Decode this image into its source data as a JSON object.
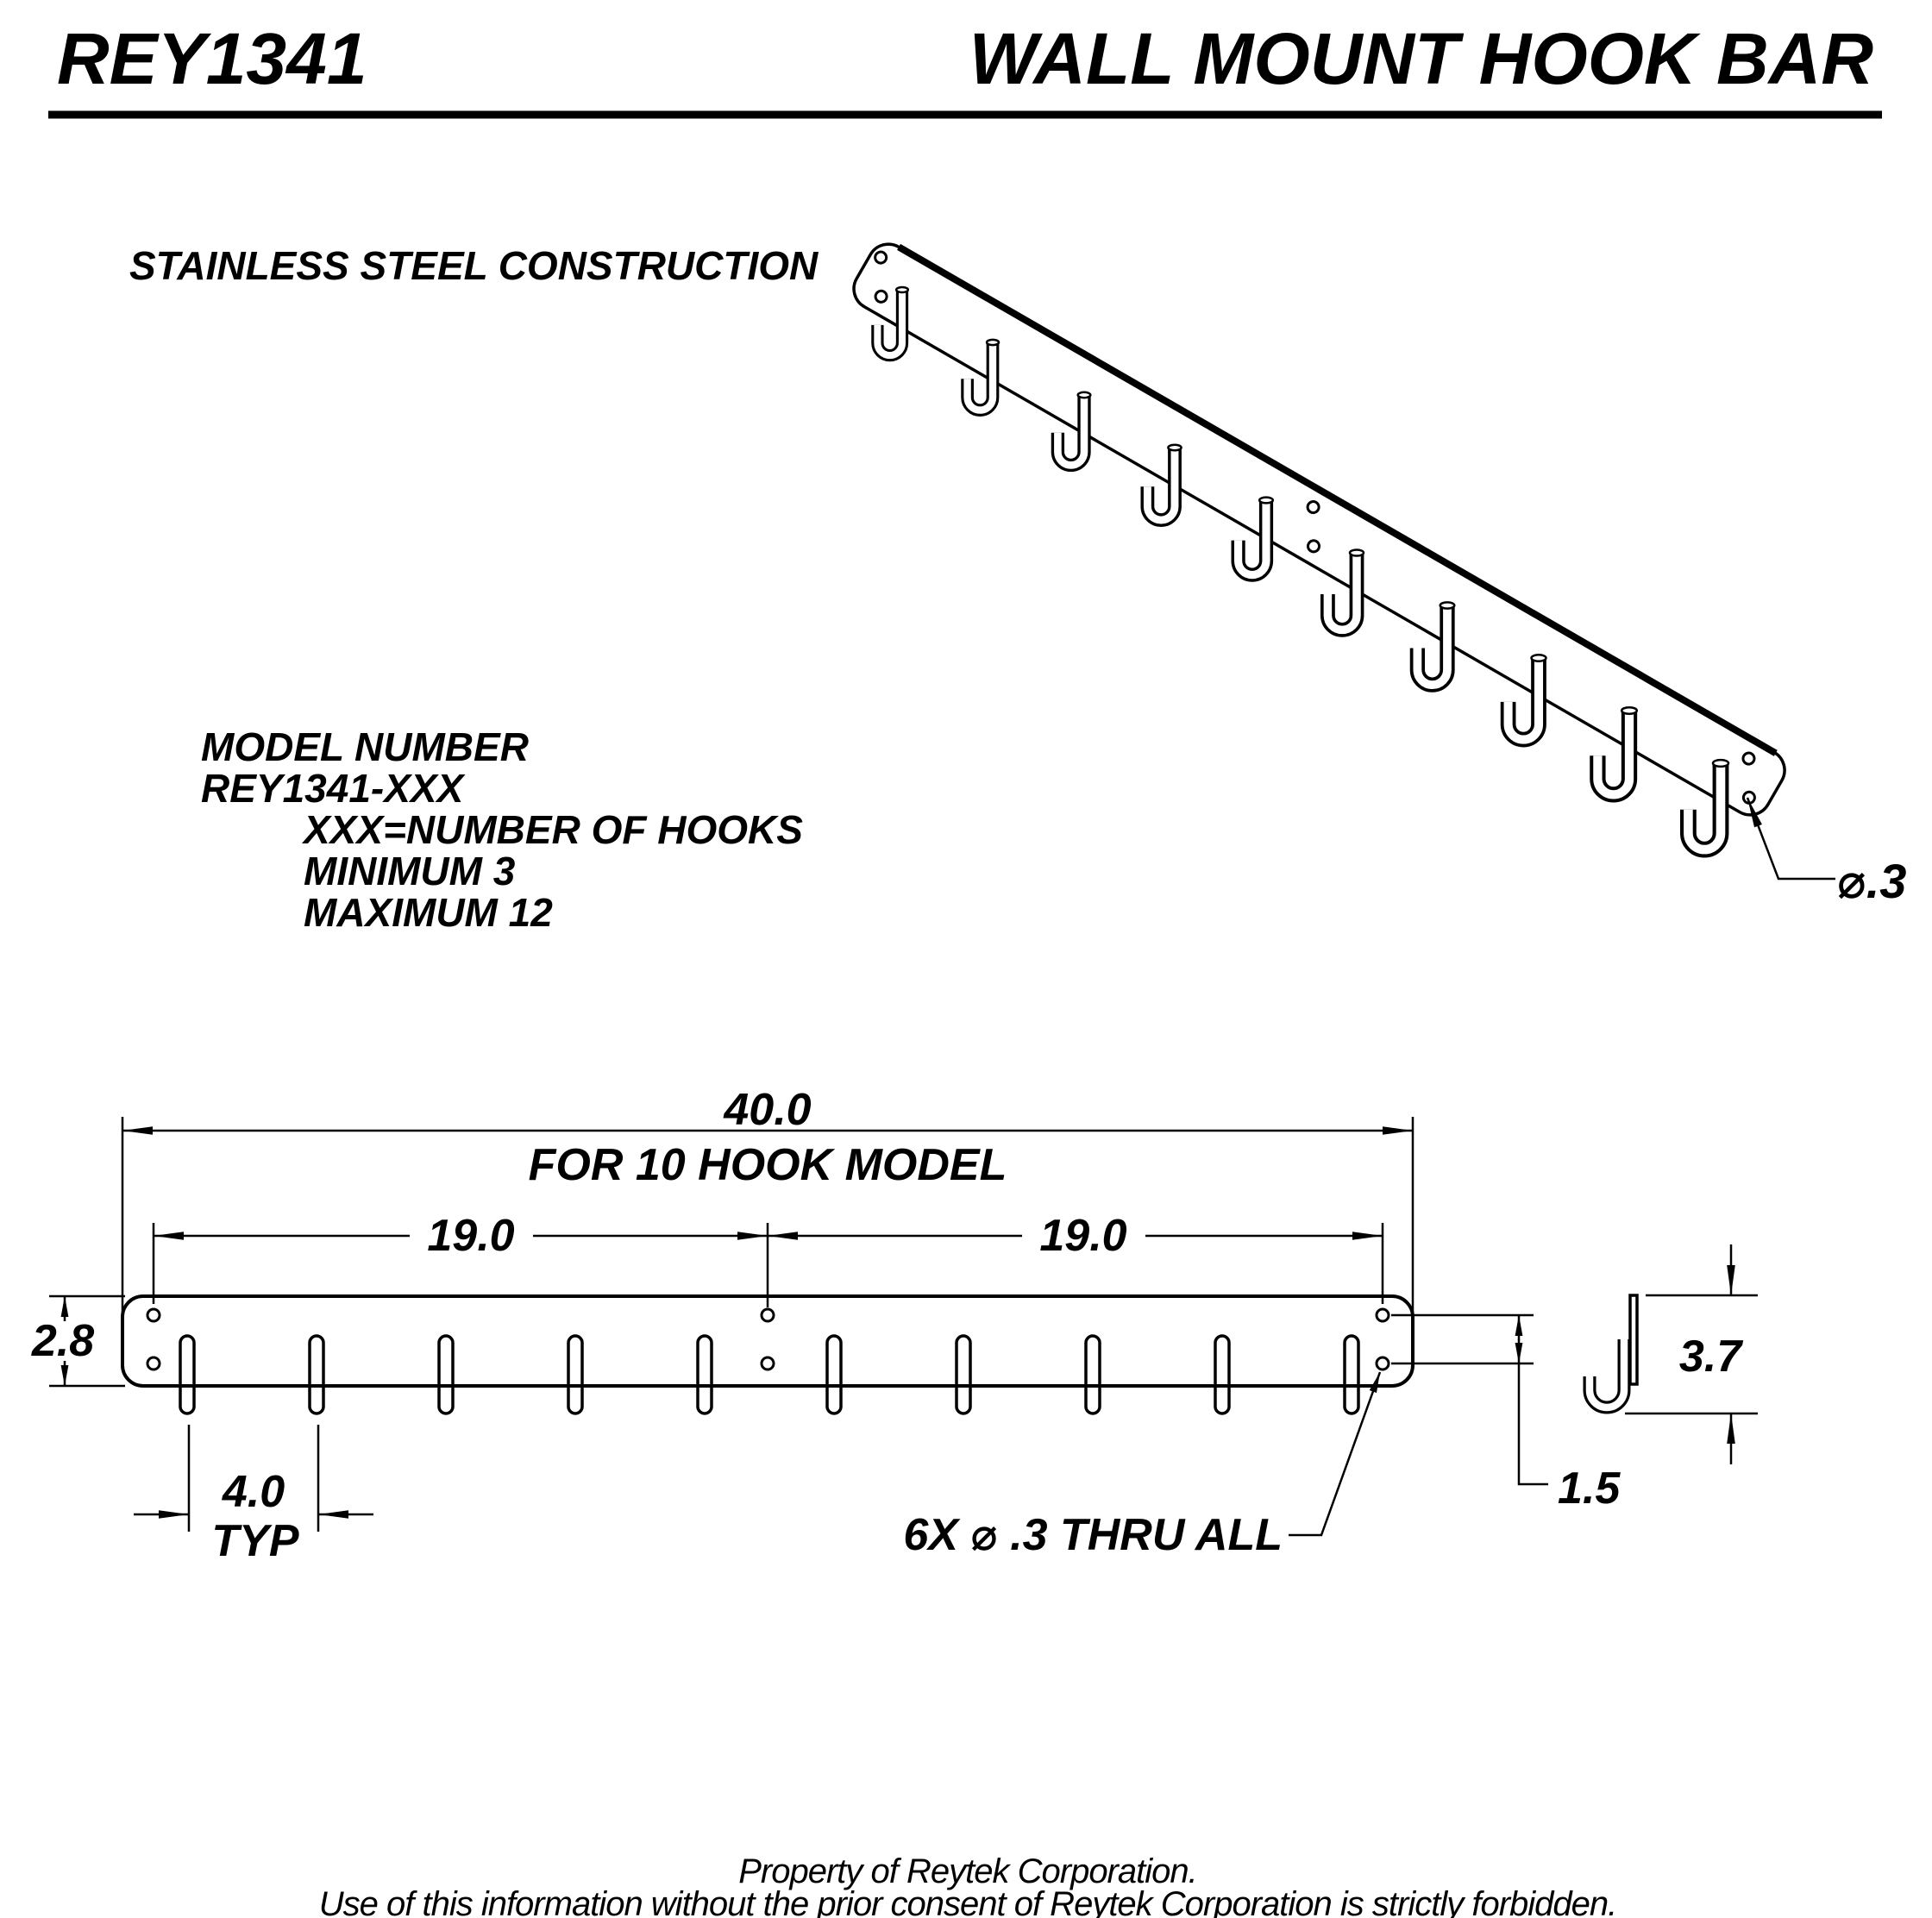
{
  "header": {
    "doc_number": "REY1341",
    "title": "WALL MOUNT HOOK BAR"
  },
  "notes": {
    "construction": "STAINLESS STEEL CONSTRUCTION"
  },
  "model_info": {
    "heading": "MODEL NUMBER",
    "model_code": "REY1341-XXX",
    "code_meaning": "XXX=NUMBER OF HOOKS",
    "minimum": "MINIMUM 3",
    "maximum": "MAXIMUM 12"
  },
  "dimensions": {
    "hole_diameter_iso": "⌀.3",
    "overall_length": "40.0",
    "overall_length_note": "FOR 10 HOOK MODEL",
    "hole_span_left": "19.0",
    "hole_span_right": "19.0",
    "bar_height": "2.8",
    "hook_spacing": "4.0",
    "hook_spacing_note": "TYP",
    "hole_callout": "6X ⌀ .3 THRU ALL",
    "hook_height": "3.7",
    "hole_offset": "1.5"
  },
  "drawing": {
    "hook_count": 10,
    "line_color": "#000000",
    "background_color": "#ffffff"
  },
  "footer": {
    "line1": "Property of Reytek Corporation.",
    "line2": "Use of this information without the prior consent of Reytek Corporation is strictly forbidden."
  }
}
